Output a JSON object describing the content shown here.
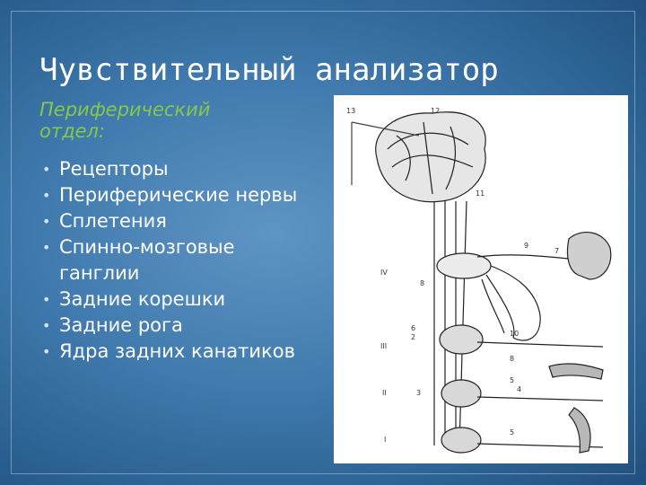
{
  "slide": {
    "title": "Чувствительный анализатор",
    "subtitle": "Периферический отдел:",
    "items": [
      "Рецепторы",
      "Периферические нервы",
      "Сплетения",
      "Спинно-мозговые ганглии",
      "Задние корешки",
      "Задние рога",
      "Ядра задних канатиков"
    ]
  },
  "figure": {
    "top_labels": [
      "13",
      "12",
      "11"
    ],
    "side_labels": [
      "9",
      "7",
      "8",
      "6",
      "2",
      "10",
      "8",
      "5",
      "4",
      "3",
      "5"
    ],
    "levels": [
      "IV",
      "III",
      "II",
      "I"
    ]
  },
  "colors": {
    "background": "#3f79ad",
    "title": "#ffffff",
    "subtitle": "#86c84a",
    "text": "#ffffff"
  }
}
